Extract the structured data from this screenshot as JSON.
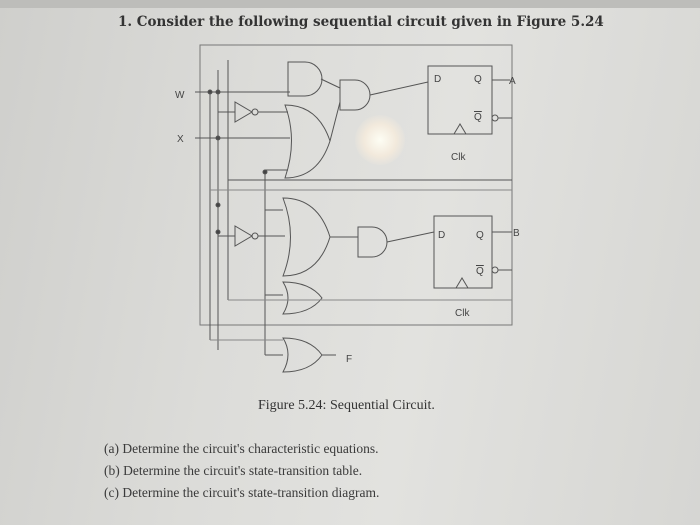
{
  "question": {
    "number": "1.",
    "text": "Consider the following sequential circuit given in Figure 5.24"
  },
  "diagram": {
    "inputs": [
      "W",
      "X"
    ],
    "flipflop_labels": [
      "D",
      "Q",
      "Q",
      "Clk"
    ],
    "outputs": [
      "A",
      "B",
      "F"
    ]
  },
  "figure_caption": "Figure 5.24: Sequential Circuit.",
  "parts": [
    "(a) Determine the circuit's characteristic equations.",
    "(b) Determine the circuit's state-transition table.",
    "(c) Determine the circuit's state-transition diagram."
  ]
}
